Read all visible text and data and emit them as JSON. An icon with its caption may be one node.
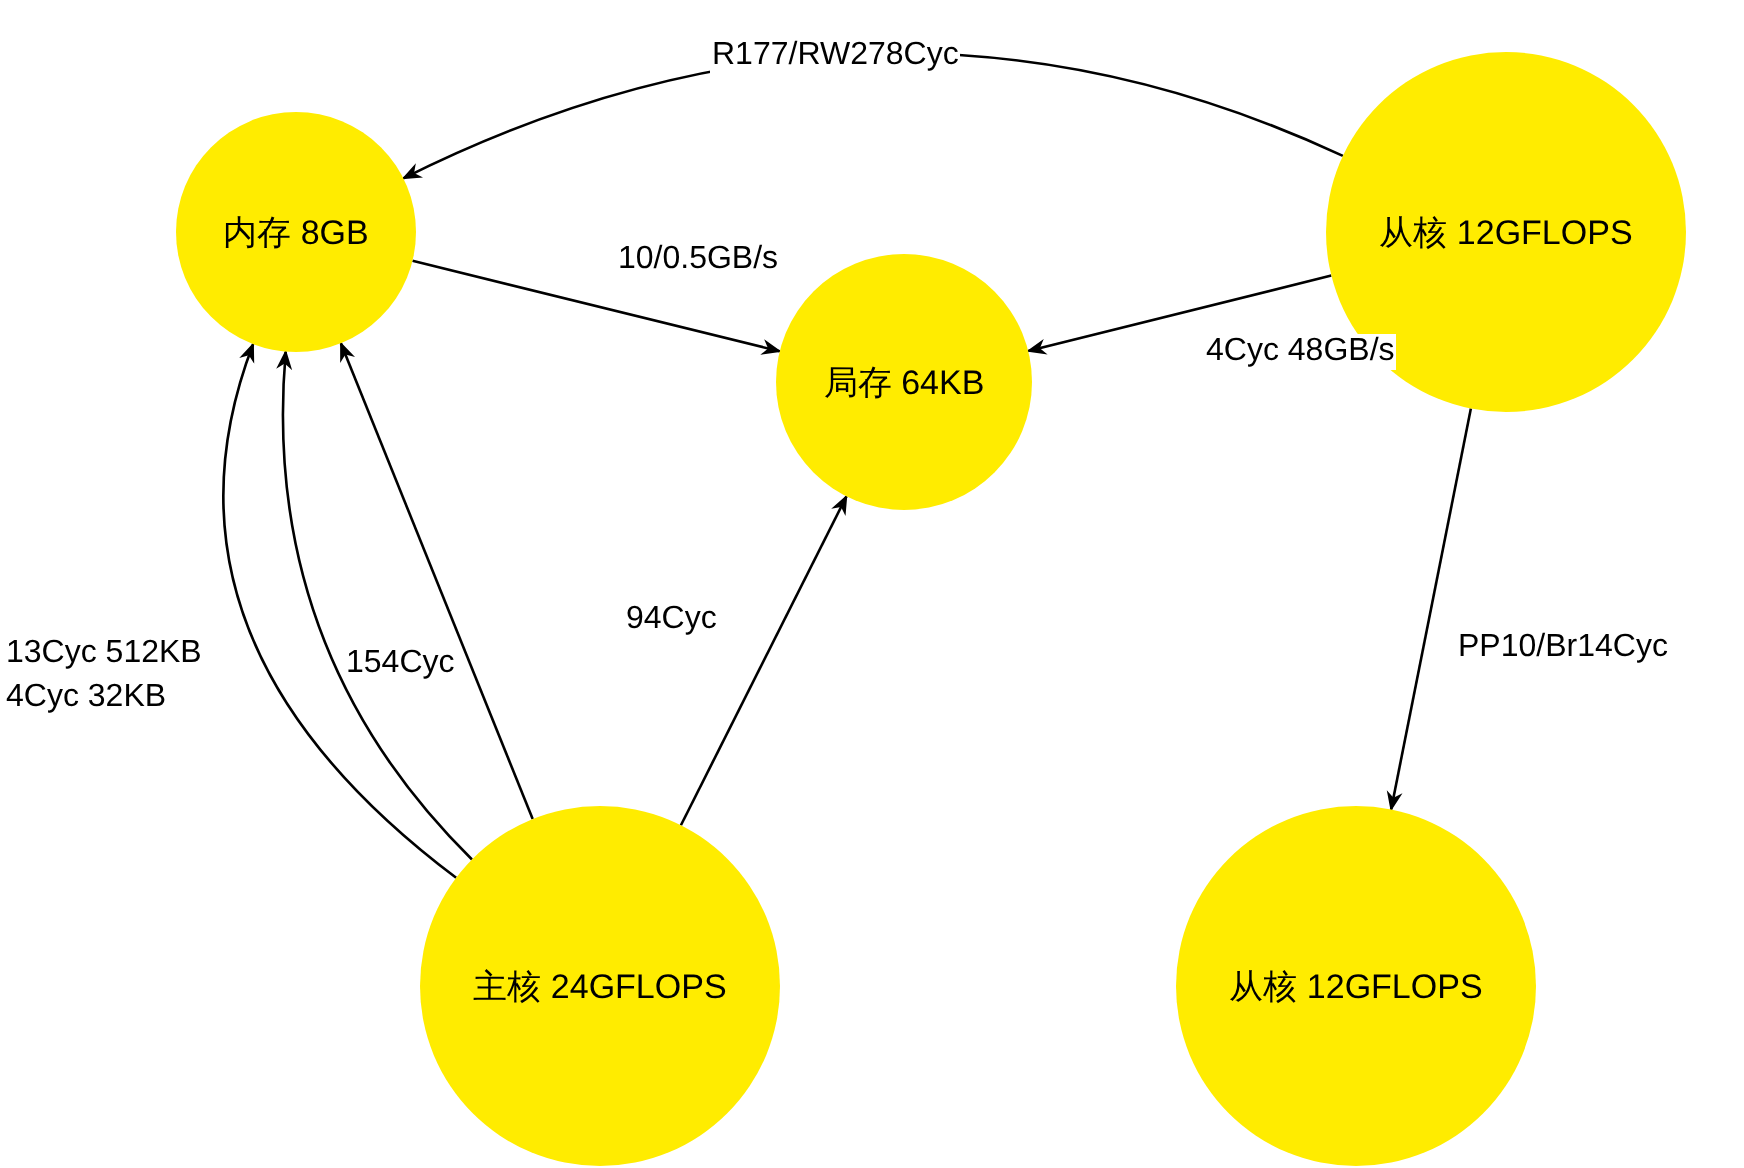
{
  "diagram": {
    "nodes": [
      {
        "text": [
          "内存 8GB"
        ]
      },
      {
        "text": [
          "局存 64KB"
        ]
      },
      {
        "text": [
          "从核 12GFLOPS"
        ]
      },
      {
        "text": [
          "主核 24GFLOPS"
        ]
      },
      {
        "text": [
          "从核 12GFLOPS"
        ]
      }
    ],
    "edges": [
      {
        "from": 2,
        "to": 0,
        "arrow": "to",
        "label": "R177/RW278Cyc"
      },
      {
        "from": 0,
        "to": 1,
        "arrow": "to",
        "label": "10/0.5GB/s"
      },
      {
        "from": 2,
        "to": 1,
        "arrow": "to",
        "label": "4Cyc 48GB/s"
      },
      {
        "from": 2,
        "to": 4,
        "arrow": "to",
        "label": "PP10/Br14Cyc"
      },
      {
        "from": 3,
        "to": 1,
        "arrow": "to",
        "label": "94Cyc"
      },
      {
        "from": 3,
        "to": 0,
        "arrow": "to",
        "label": "154Cyc"
      },
      {
        "from": 3,
        "to": 0,
        "arrow": "to",
        "label": "13Cyc 512KB"
      },
      {
        "from": 3,
        "to": 0,
        "arrow": "to",
        "label": "4Cyc 32KB"
      }
    ]
  }
}
